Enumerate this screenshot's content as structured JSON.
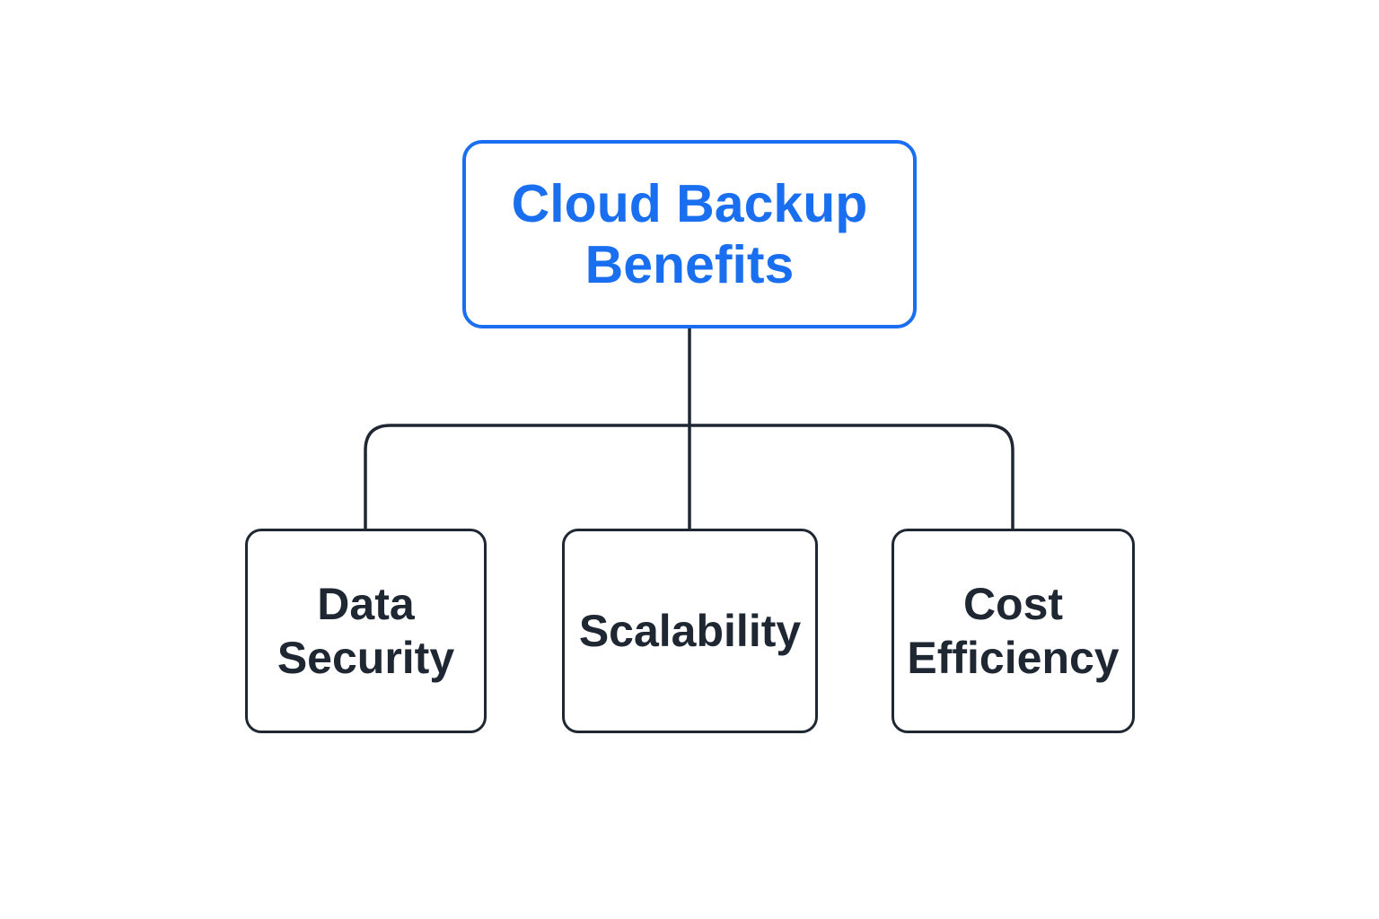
{
  "diagram": {
    "root": {
      "label": "Cloud Backup\nBenefits",
      "color": "#1a6ff0"
    },
    "children": [
      {
        "label": "Data\nSecurity"
      },
      {
        "label": "Scalability"
      },
      {
        "label": "Cost\nEfficiency"
      }
    ],
    "line_color": "#1f2733"
  }
}
